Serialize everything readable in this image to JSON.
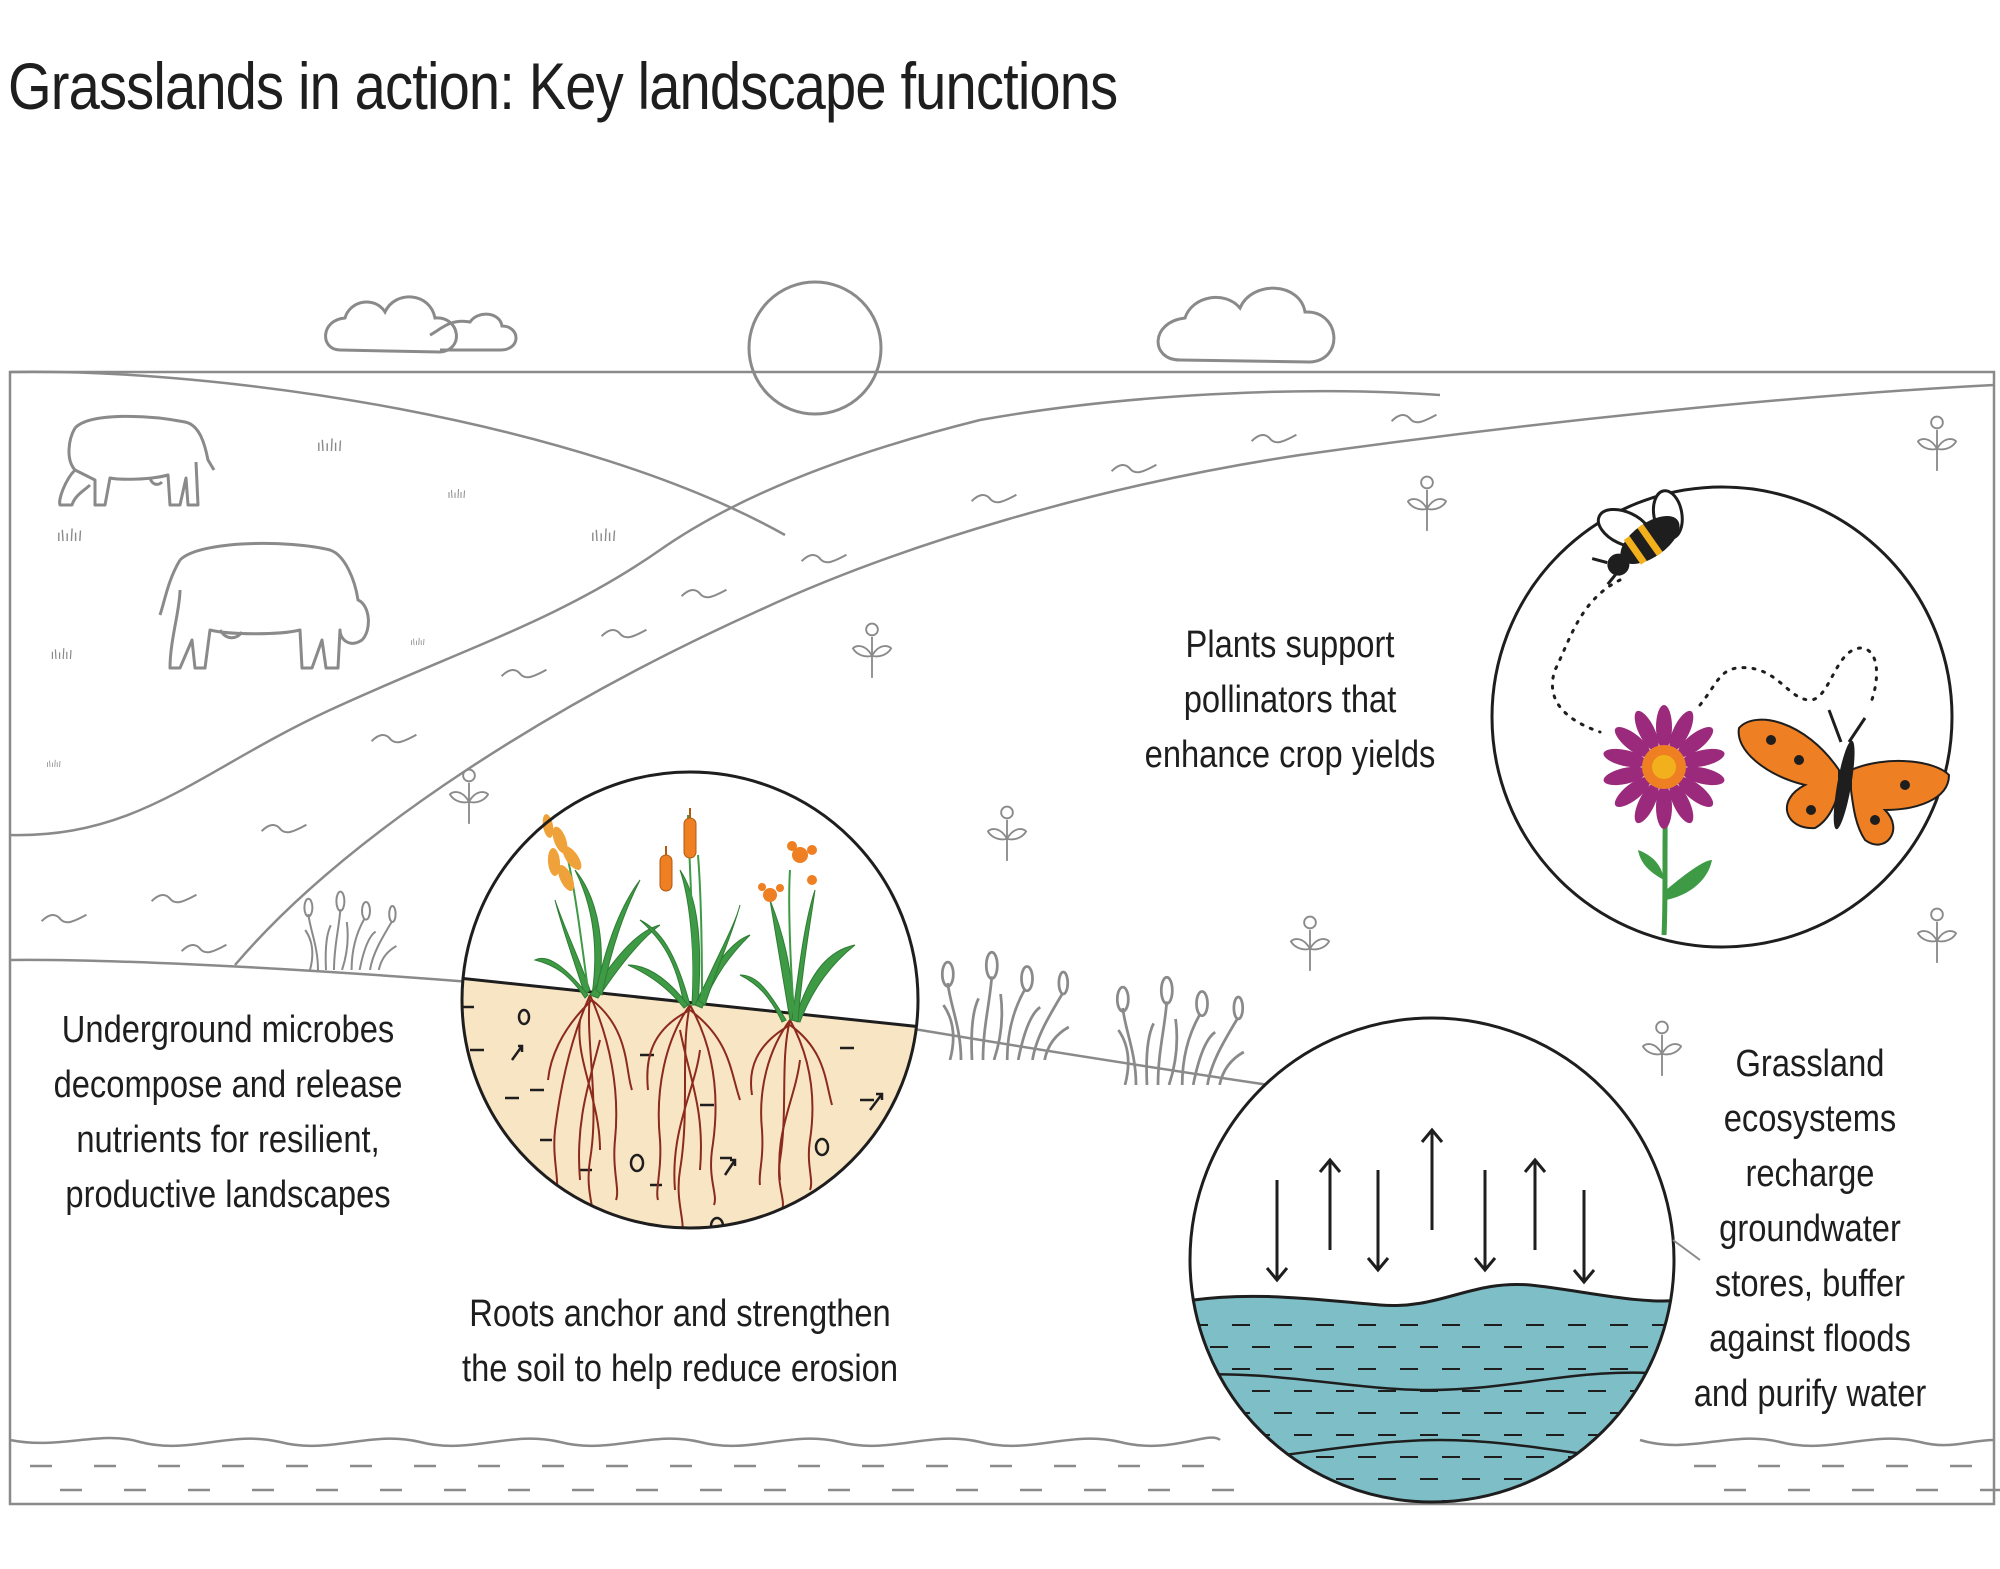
{
  "title": "Grasslands in action: Key landscape functions",
  "callouts": {
    "microbes": [
      "Underground microbes",
      "decompose and release",
      "nutrients for resilient,",
      "productive landscapes"
    ],
    "roots": [
      "Roots anchor and strengthen",
      "the soil to help reduce erosion"
    ],
    "pollinators": [
      "Plants support",
      "pollinators that",
      "enhance crop yields"
    ],
    "water": [
      "Grassland",
      "ecosystems",
      "recharge",
      "groundwater",
      "stores, buffer",
      "against floods",
      "and purify water"
    ]
  },
  "colors": {
    "line": "#8a8a8a",
    "ink": "#1e1e1e",
    "soil": "#f8e5c4",
    "water": "#7ebfc7",
    "root": "#8b2a1d",
    "leaf": "#3f9a45",
    "petal": "#9b2a7c",
    "butterfly": "#ee7f22",
    "bee": "#f2b11c"
  },
  "icons": [
    "cloud-icon",
    "sun-icon",
    "cow-icon",
    "sprout-icon",
    "bee-icon",
    "butterfly-icon",
    "flower-icon",
    "cattail-icon",
    "arrow-icon"
  ]
}
